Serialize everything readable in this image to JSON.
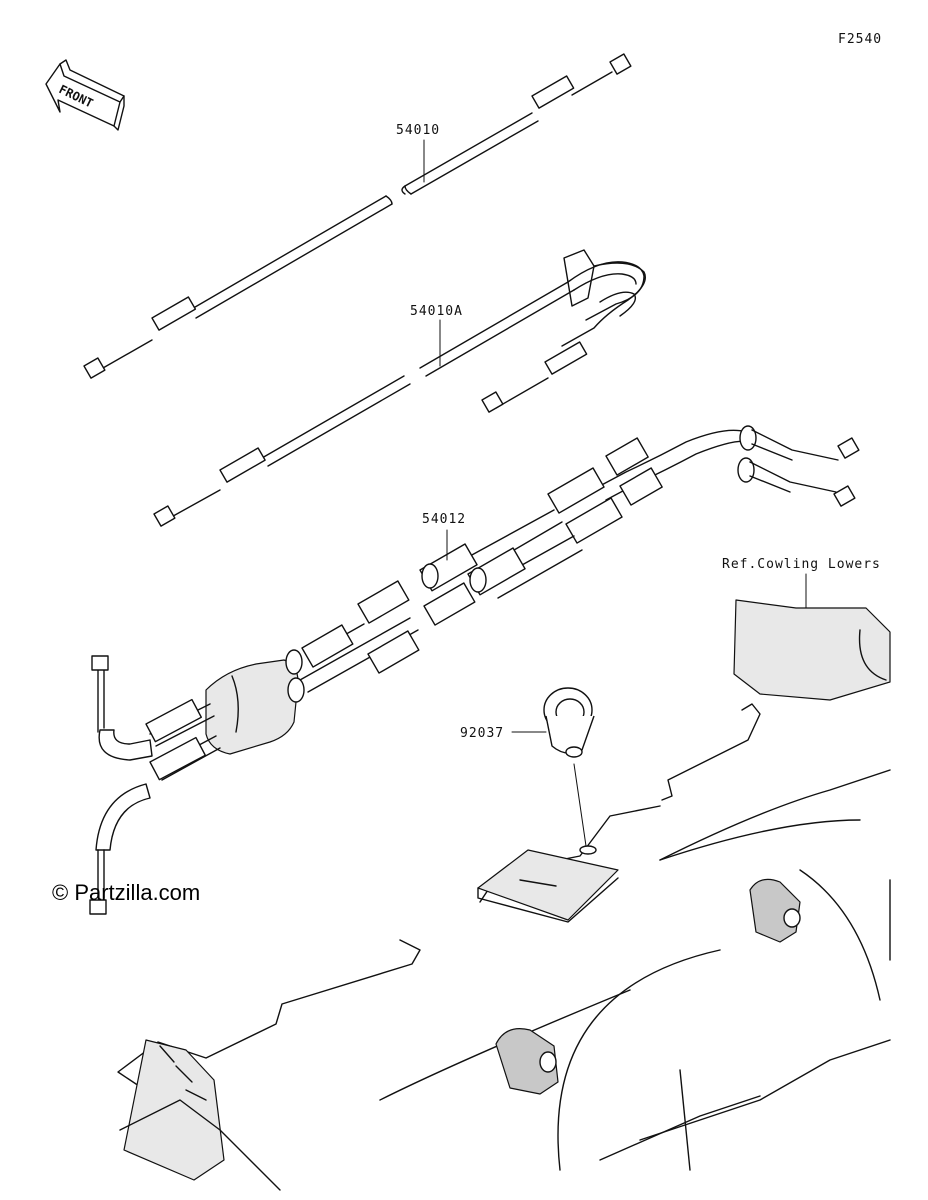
{
  "figure_code": "F2540",
  "front_label": "FRONT",
  "callouts": {
    "cable_54010": "54010",
    "cable_54010a": "54010A",
    "cable_54012": "54012",
    "clamp_92037": "92037",
    "ref_cowling": "Ref.Cowling Lowers"
  },
  "watermark": "© Partzilla.com"
}
